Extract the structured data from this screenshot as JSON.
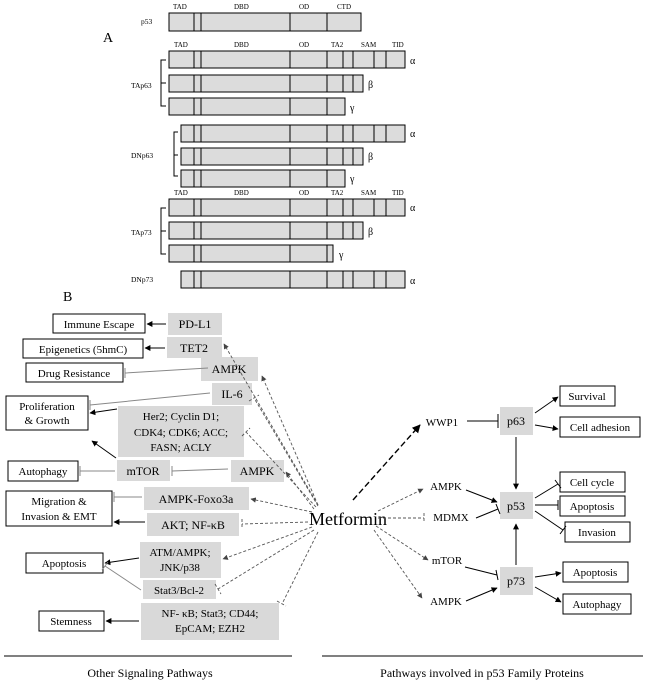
{
  "panel_a": {
    "label": "A",
    "rows": {
      "p53": "p53",
      "tap63": "TAp63",
      "dnp63": "DNp63",
      "tap73": "TAp73",
      "dnp73": "DNp73"
    },
    "domains_p53": {
      "tad": "TAD",
      "dbd": "DBD",
      "od": "OD",
      "ctd": "CTD"
    },
    "domains_full": {
      "tad": "TAD",
      "dbd": "DBD",
      "od": "OD",
      "ta2": "TA2",
      "sam": "SAM",
      "tid": "TID"
    },
    "isoforms": {
      "alpha": "α",
      "beta": "β",
      "gamma": "γ"
    }
  },
  "panel_b": {
    "label": "B",
    "center": "Metformin",
    "outcomes": {
      "immune_escape": "Immune Escape",
      "epigenetics": "Epigenetics (5hmC)",
      "drug_resistance": "Drug Resistance",
      "proliferation": [
        "Proliferation",
        "& Growth"
      ],
      "autophagy": "Autophagy",
      "migration": [
        "Migration &",
        "Invasion & EMT"
      ],
      "apoptosis": "Apoptosis",
      "stemness": "Stemness"
    },
    "mediators": {
      "pdl1": "PD-L1",
      "tet2": "TET2",
      "ampk1": "AMPK",
      "il6": "IL-6",
      "her2": [
        "Her2; Cyclin D1;",
        "CDK4; CDK6; ACC;",
        "FASN; ACLY"
      ],
      "mtor": "mTOR",
      "ampk2": "AMPK",
      "ampk_foxo": "AMPK-Foxo3a",
      "akt": "AKT; NF-κB",
      "atm": [
        "ATM/AMPK;",
        "JNK/p38"
      ],
      "stat3": "Stat3/Bcl-2",
      "nfkb": [
        "NF- κB; Stat3; CD44;",
        "EpCAM; EZH2"
      ]
    },
    "right": {
      "wwp1": "WWP1",
      "p63": "p63",
      "survival": "Survival",
      "cell_adhesion": "Cell adhesion",
      "ampk_a": "AMPK",
      "mdmx": "MDMX",
      "p53": "p53",
      "cell_cycle": "Cell cycle",
      "apoptosis53": "Apoptosis",
      "invasion": "Invasion",
      "mtor_r": "mTOR",
      "ampk_b": "AMPK",
      "p73": "p73",
      "apoptosis73": "Apoptosis",
      "autophagy73": "Autophagy"
    },
    "footer": {
      "left": "Other Signaling Pathways",
      "right": "Pathways involved in p53 Family Proteins"
    }
  }
}
